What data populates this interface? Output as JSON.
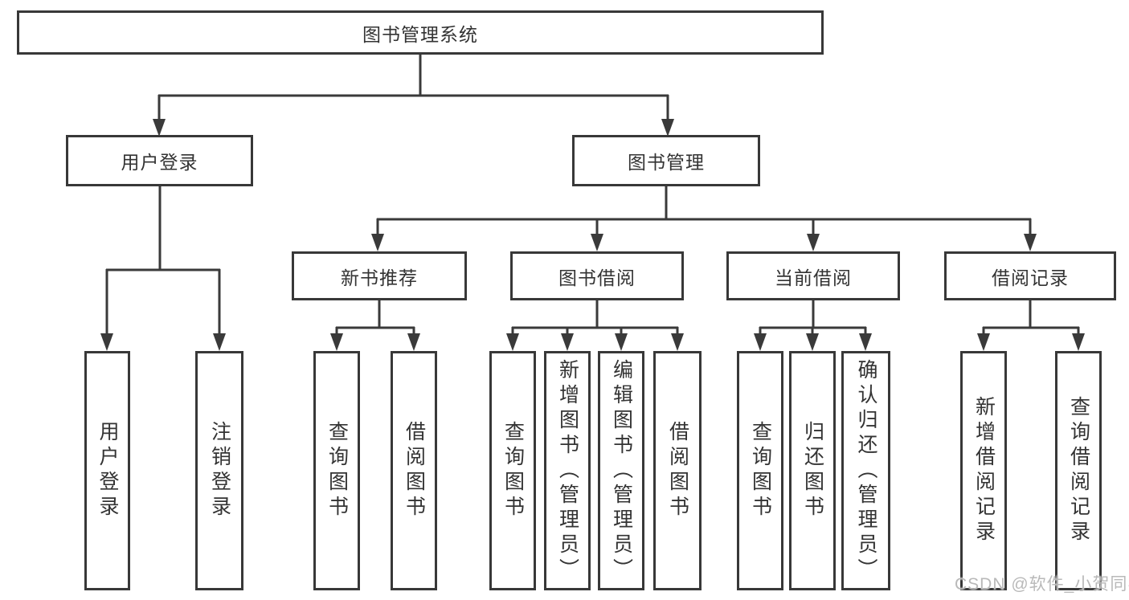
{
  "colors": {
    "background": "#ffffff",
    "box_border": "#383838",
    "connector_line": "#3a3a3a",
    "text": "#333333",
    "watermark": "#b9b9b9"
  },
  "watermark": {
    "text": "CSDN @软件_小贺同学"
  },
  "tree": {
    "label": "图书管理系统",
    "children": [
      {
        "label": "用户登录",
        "children": [
          {
            "label": "用户登录"
          },
          {
            "label": "注销登录"
          }
        ]
      },
      {
        "label": "图书管理",
        "children": [
          {
            "label": "新书推荐",
            "children": [
              {
                "label": "查询图书"
              },
              {
                "label": "借阅图书"
              }
            ]
          },
          {
            "label": "图书借阅",
            "children": [
              {
                "label": "查询图书"
              },
              {
                "label": "新增图书（管理员）"
              },
              {
                "label": "编辑图书（管理员）"
              },
              {
                "label": "借阅图书"
              }
            ]
          },
          {
            "label": "当前借阅",
            "children": [
              {
                "label": "查询图书"
              },
              {
                "label": "归还图书"
              },
              {
                "label": "确认归还（管理员）"
              }
            ]
          },
          {
            "label": "借阅记录",
            "children": [
              {
                "label": "新增借阅记录"
              },
              {
                "label": "查询借阅记录"
              }
            ]
          }
        ]
      }
    ]
  }
}
